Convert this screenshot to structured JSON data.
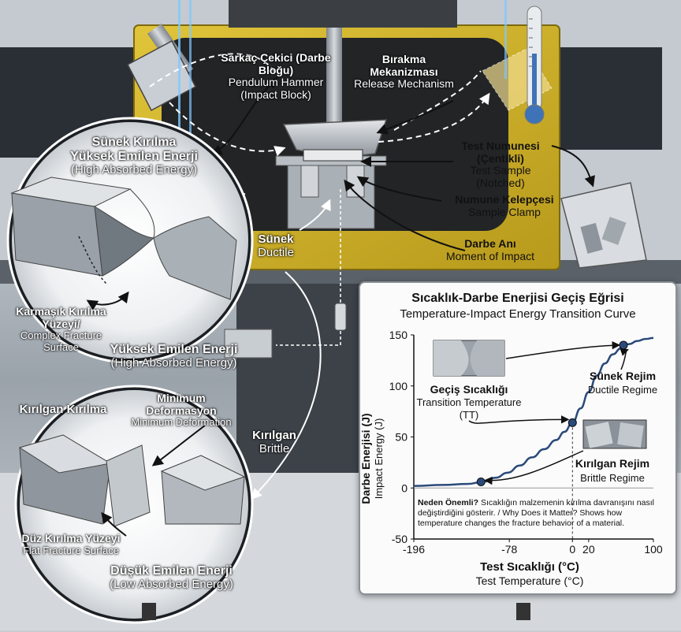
{
  "labels": {
    "hammer": {
      "tr": "Sarkaç Çekici (Darbe Bloğu)",
      "en": "Pendulum Hammer (Impact Block)"
    },
    "release": {
      "tr": "Bırakma Mekanizması",
      "en": "Release Mechanism"
    },
    "sample": {
      "tr": "Test Numunesi (Çentikli)",
      "en": "Test Sample (Notched)"
    },
    "clamp": {
      "tr": "Numune Kelepçesi",
      "en": "Sample Clamp"
    },
    "impact": {
      "tr": "Darbe Anı",
      "en": "Moment of Impact"
    },
    "ductile_arrow": {
      "tr": "Sünek",
      "en": "Ductile"
    },
    "brittle_arrow": {
      "tr": "Kırılgan",
      "en": "Brittle"
    }
  },
  "ductile_panel": {
    "title_tr": "Sünek Kırılma",
    "subtitle_tr": "Yüksek Emilen Enerji",
    "subtitle_en": "(High Absorbed Energy)",
    "surface_tr": "Karmaşık Kırılma Yüzeyi/",
    "surface_en": "Complex Fracture Surface",
    "energy_tr": "Yüksek Emilen Enerji",
    "energy_en": "(High Absorbed Energy)"
  },
  "brittle_panel": {
    "title_tr": "Kırılgan Kırılma",
    "deform_tr": "Minimum Deformasyon",
    "deform_en": "Minimum Deformation",
    "surface_tr": "Düz Kırılma Yüzeyi",
    "surface_en": "Flat Fracture Surface",
    "energy_tr": "Düşük Emilen Enerji",
    "energy_en": "(Low Absorbed Energy)"
  },
  "graph_note": {
    "bold": "Neden Önemli?",
    "text": "Sıcaklığın malzemenin kırılma davranışını nasıl değiştirdiğini gösterir. / Why Does it Matter? Shows how temperature changes the fracture behavior of a material."
  },
  "chart_data": {
    "type": "line",
    "title": "Sıcaklık-Darbe Enerjisi Geçiş Eğrisi",
    "subtitle": "Temperature-Impact Energy Transition Curve",
    "xlabel": "Test Sıcaklığı (°C)",
    "xlabel_en": "Test Temperature (°C)",
    "ylabel": "Darbe Enerjisi (J)",
    "ylabel_en": "Impact Energy (J)",
    "x_ticks": [
      -196,
      -78,
      0,
      20,
      100
    ],
    "y_ticks": [
      -50,
      0,
      50,
      100,
      150
    ],
    "xlim": [
      -196,
      100
    ],
    "ylim": [
      -50,
      150
    ],
    "curve": {
      "x": [
        -196,
        -160,
        -130,
        -110,
        -95,
        -80,
        -65,
        -50,
        -35,
        -20,
        -10,
        0,
        10,
        20,
        30,
        40,
        50,
        60,
        70,
        80,
        90,
        100
      ],
      "y": [
        2,
        3,
        4,
        6,
        10,
        15,
        22,
        30,
        38,
        47,
        55,
        64,
        78,
        94,
        110,
        122,
        131,
        137,
        141,
        144,
        146,
        147
      ]
    },
    "points": [
      {
        "x": -113,
        "y": 6
      },
      {
        "x": 0,
        "y": 64
      },
      {
        "x": 63,
        "y": 140
      }
    ],
    "annotations": [
      {
        "tr": "Geçiş Sıcaklığı",
        "en": "Transition Temperature",
        "extra": "(TT)"
      },
      {
        "tr": "Sünek Rejim",
        "en": "Ductile Regime"
      },
      {
        "tr": "Kırılgan Rejim",
        "en": "Brittle Regime"
      }
    ],
    "grid": false
  },
  "colors": {
    "machine_yellow": "#d4b52a",
    "curve": "#2a4a7a",
    "steel": "#9aa1a8"
  }
}
